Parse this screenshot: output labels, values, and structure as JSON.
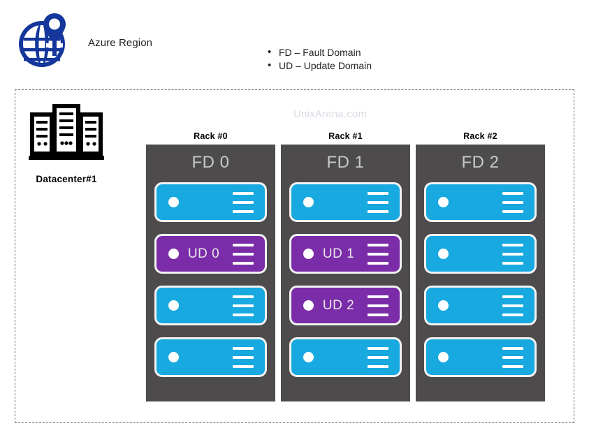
{
  "header": {
    "icon": "azure-globe-region-icon",
    "label": "Azure Region"
  },
  "legend": {
    "items": [
      {
        "text": "FD – Fault Domain"
      },
      {
        "text": "UD – Update Domain"
      }
    ]
  },
  "watermark": "UnixArena.com",
  "datacenter": {
    "icon": "datacenter-building-icon",
    "label": "Datacenter#1"
  },
  "colors": {
    "cyan_server": "#17a9e0",
    "purple_server": "#7b2ca8",
    "rack_background": "#4d4b4b",
    "fd_text": "#c9c9c9",
    "globe_blue": "#15379b",
    "frame_dash": "#6e6e6e",
    "watermark": "#d9d9e3"
  },
  "racks": [
    {
      "title": "Rack #0",
      "fd": "FD 0",
      "servers": [
        {
          "color": "cyan",
          "label": ""
        },
        {
          "color": "purple",
          "label": "UD 0"
        },
        {
          "color": "cyan",
          "label": ""
        },
        {
          "color": "cyan",
          "label": ""
        }
      ]
    },
    {
      "title": "Rack #1",
      "fd": "FD 1",
      "servers": [
        {
          "color": "cyan",
          "label": ""
        },
        {
          "color": "purple",
          "label": "UD 1"
        },
        {
          "color": "purple",
          "label": "UD 2"
        },
        {
          "color": "cyan",
          "label": ""
        }
      ]
    },
    {
      "title": "Rack #2",
      "fd": "FD 2",
      "servers": [
        {
          "color": "cyan",
          "label": ""
        },
        {
          "color": "cyan",
          "label": ""
        },
        {
          "color": "cyan",
          "label": ""
        },
        {
          "color": "cyan",
          "label": ""
        }
      ]
    }
  ]
}
